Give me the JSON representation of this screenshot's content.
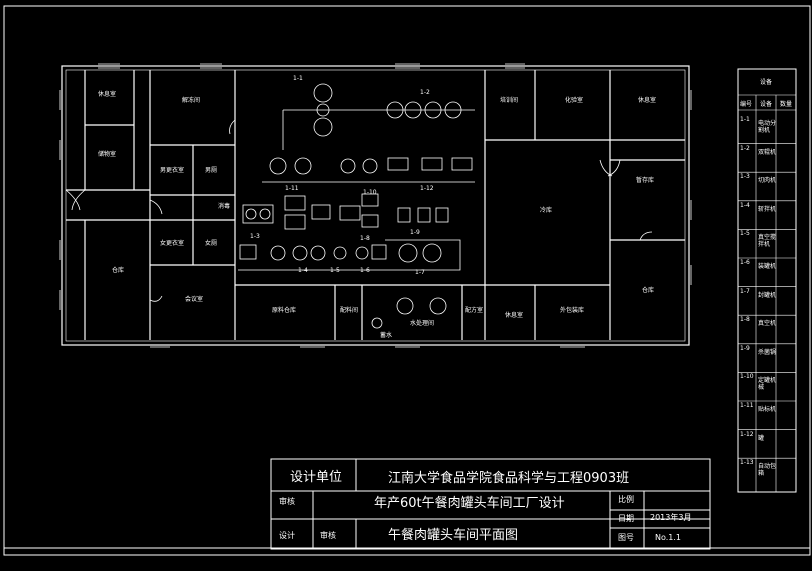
{
  "title_block": {
    "design_unit_label": "设计单位",
    "design_unit": "江南大学食品学院食品科学与工程0903班",
    "review_label": "审核",
    "project_title": "年产60t午餐肉罐头车间工厂设计",
    "scale_label": "比例",
    "designer_label": "设计",
    "proofread_label": "审核",
    "drawing_title": "午餐肉罐头车间平面图",
    "date_label": "日期",
    "date_value": "2013年3月",
    "drawing_no_label": "图号",
    "drawing_no_value": "No.1.1"
  },
  "legend": {
    "header": "设备",
    "col_no": "编号",
    "col_name": "设备",
    "col_qty": "数量",
    "rows": [
      {
        "no": "1-1",
        "name": "电动分割机"
      },
      {
        "no": "1-2",
        "name": "双辊机"
      },
      {
        "no": "1-3",
        "name": "切肉机"
      },
      {
        "no": "1-4",
        "name": "斩拌机"
      },
      {
        "no": "1-5",
        "name": "真空搅拌机"
      },
      {
        "no": "1-6",
        "name": "装罐机"
      },
      {
        "no": "1-7",
        "name": "封罐机"
      },
      {
        "no": "1-8",
        "name": "真空机"
      },
      {
        "no": "1-9",
        "name": "杀菌锅"
      },
      {
        "no": "1-10",
        "name": "定罐机械"
      },
      {
        "no": "1-11",
        "name": "贴标机"
      },
      {
        "no": "1-12",
        "name": "罐"
      },
      {
        "no": "1-13",
        "name": "自动包箱"
      }
    ]
  },
  "rooms": {
    "rest_1": "休息室",
    "storage_1": "储物室",
    "warehouse_1": "仓库",
    "thaw": "解冻间",
    "male_change": "男更衣室",
    "male_wc": "男厕",
    "female_change": "女更衣室",
    "female_wc": "女厕",
    "disinfect": "消毒",
    "meeting": "会议室",
    "material": "原料仓库",
    "mixing": "配料间",
    "spice": "配方室",
    "rest_2": "休息室",
    "packing": "外包装库",
    "cold": "冷库",
    "lab": "化验室",
    "rest_3": "休息室",
    "temp_store": "暂存库",
    "warehouse_2": "仓库",
    "rest_4": "培训间",
    "water": "水处理间",
    "pool": "蓄水"
  },
  "equipment_labels": [
    "1-1",
    "1-2",
    "1-3",
    "1-4",
    "1-5",
    "1-6",
    "1-7",
    "1-8",
    "1-9",
    "1-10",
    "1-11",
    "1-12"
  ]
}
